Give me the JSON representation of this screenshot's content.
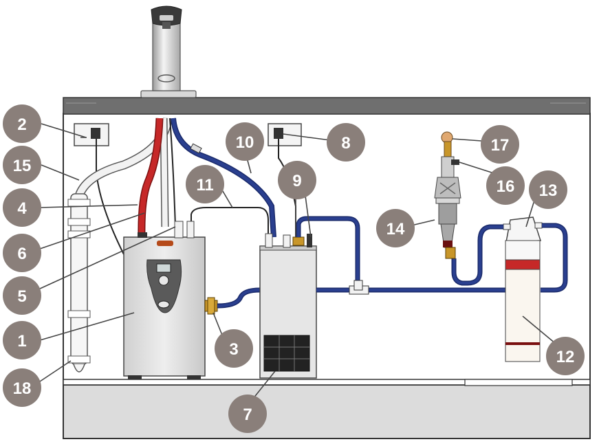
{
  "callouts": [
    {
      "id": "1",
      "label": "1"
    },
    {
      "id": "2",
      "label": "2"
    },
    {
      "id": "3",
      "label": "3"
    },
    {
      "id": "4",
      "label": "4"
    },
    {
      "id": "5",
      "label": "5"
    },
    {
      "id": "6",
      "label": "6"
    },
    {
      "id": "7",
      "label": "7"
    },
    {
      "id": "8",
      "label": "8"
    },
    {
      "id": "9",
      "label": "9"
    },
    {
      "id": "10",
      "label": "10"
    },
    {
      "id": "11",
      "label": "11"
    },
    {
      "id": "12",
      "label": "12"
    },
    {
      "id": "13",
      "label": "13"
    },
    {
      "id": "14",
      "label": "14"
    },
    {
      "id": "15",
      "label": "15"
    },
    {
      "id": "16",
      "label": "16"
    },
    {
      "id": "17",
      "label": "17"
    },
    {
      "id": "18",
      "label": "18"
    }
  ],
  "colors": {
    "callout_fill": "#8a7f7a",
    "hot_pipe": "#c62828",
    "cold_pipe": "#2a3f8f",
    "white_pipe": "#f2f2f2",
    "cabinet_wall": "#dcdcdc",
    "counter_top": "#6f6f6f",
    "unit_body": "#e6e6e6",
    "brass": "#c8962a"
  }
}
